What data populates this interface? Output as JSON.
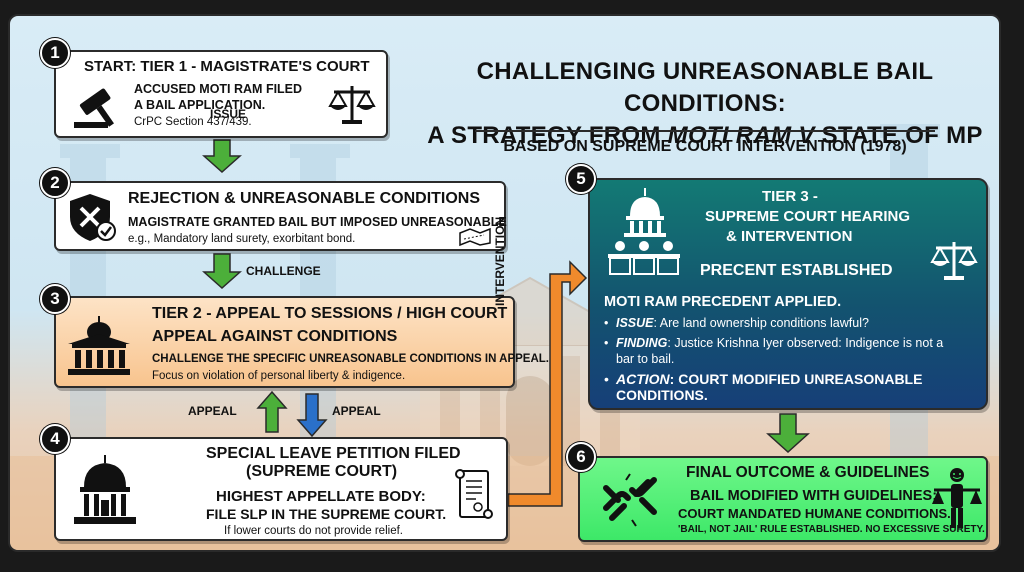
{
  "title": {
    "line1": "CHALLENGING UNREASONABLE BAIL CONDITIONS:",
    "line2_pre": "A STRATEGY FROM ",
    "line2_case": "MOTI RAM v",
    "line2_post": " STATE OF MP",
    "subtitle": "BASED ON SUPREME COURT INTERVENTION (1978)"
  },
  "steps": [
    {
      "num": "1",
      "heading": "START: TIER 1 - MAGISTRATE'S COURT",
      "line1": "ACCUSED MOTI RAM FILED",
      "line2": "A BAIL APPLICATION.",
      "note": "CrPC Section 437/439."
    },
    {
      "num": "2",
      "heading": "REJECTION & UNREASONABLE CONDITIONS",
      "line1": "MAGISTRATE GRANTED BAIL BUT IMPOSED UNREASONABLE",
      "note": "e.g., Mandatory land surety, exorbitant bond."
    },
    {
      "num": "3",
      "heading": "TIER 2 - APPEAL TO SESSIONS / HIGH COURT",
      "subheading": "APPEAL AGAINST CONDITIONS",
      "line1": "CHALLENGE THE SPECIFIC UNREASONABLE CONDITIONS IN APPEAL.",
      "note": "Focus on violation of personal liberty & indigence."
    },
    {
      "num": "4",
      "heading": "SPECIAL LEAVE PETITION FILED",
      "heading2": "(SUPREME COURT)",
      "subheading": "HIGHEST APPELLATE BODY:",
      "line1": "FILE SLP IN THE SUPREME COURT.",
      "note": "If lower courts do not provide relief."
    },
    {
      "num": "5",
      "heading1": "TIER 3 -",
      "heading2": "SUPREME COURT HEARING",
      "heading3": "& INTERVENTION",
      "established": "PRECENT ESTABLISHED",
      "applied": "MOTI RAM PRECEDENT APPLIED.",
      "bullets": [
        {
          "label": "ISSUE",
          "text": ": Are land ownership conditions lawful?"
        },
        {
          "label": "FINDING",
          "text": ": Justice Krishna Iyer observed: Indigence is not a",
          "text2": "bar to bail."
        },
        {
          "label": "ACTION",
          "text": ": COURT MODIFIED UNREASONABLE",
          "text2": "CONDITIONS."
        }
      ]
    },
    {
      "num": "6",
      "heading": "FINAL OUTCOME & GUIDELINES",
      "subheading": "BAIL MODIFIED WITH GUIDELINES:",
      "line1": "COURT MANDATED HUMANE CONDITIONS.",
      "note": "'BAIL, NOT JAIL' RULE ESTABLISHED. NO EXCESSIVE SURETY."
    }
  ],
  "arrows": {
    "issue": "ISSUE",
    "challenge": "CHALLENGE",
    "appeal_left": "APPEAL",
    "appeal_right": "APPEAL",
    "intervention": "INTERVENTION"
  },
  "colors": {
    "green_arrow": "#4caf3a",
    "blue_arrow": "#2a70c9",
    "orange_arrow": "#f08a2c",
    "tier3_top": "#137a74",
    "tier3_bottom": "#163f78",
    "outcome_green": "#4cef73",
    "appeal_orange": "#f8c48e"
  },
  "icons": [
    "gavel-icon",
    "scales-icon",
    "shield-x-icon",
    "map-icon",
    "courthouse-icon",
    "dome-icon",
    "scroll-icon",
    "judges-bench-icon",
    "broken-chain-icon",
    "person-scales-icon"
  ]
}
